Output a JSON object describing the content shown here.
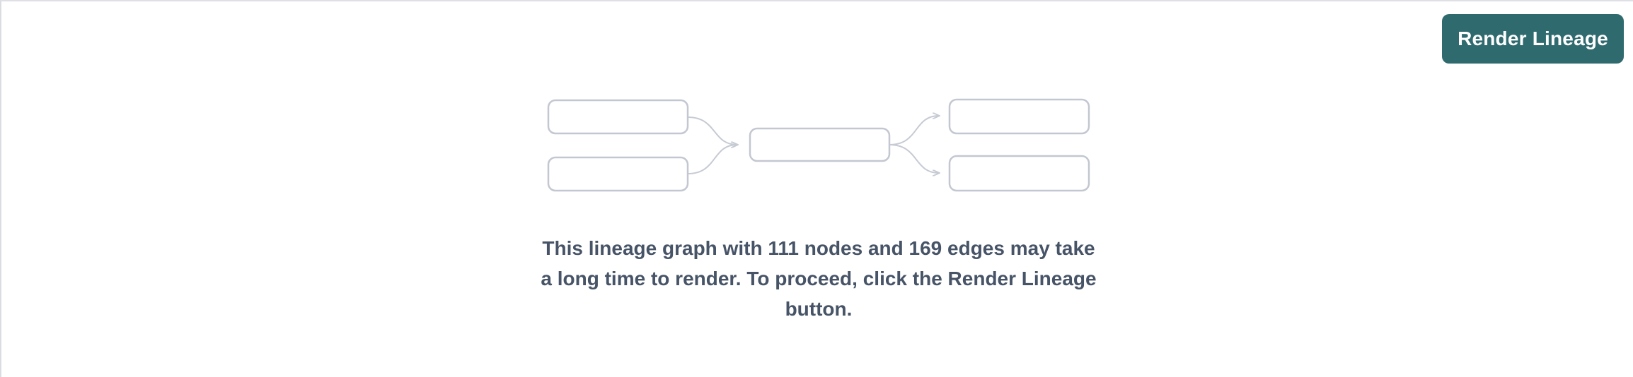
{
  "toolbar": {
    "render_lineage_label": "Render Lineage"
  },
  "message": {
    "lines": [
      "This lineage graph with 111 nodes and 169 edges may take",
      "a long time to render. To proceed, click the Render Lineage",
      "button."
    ],
    "node_count": 111,
    "edge_count": 169
  },
  "illustration": {
    "name": "lineage-graph-placeholder",
    "node_count": 5,
    "edge_count": 4
  },
  "colors": {
    "accent_teal": "#2F6A6F",
    "button_text": "#FFFFFF",
    "message_text": "#475467",
    "node_border": "#C3C7D1",
    "edge_stroke": "#C6CAD3",
    "page_border_top": "#DFE0E5",
    "page_border_left": "#DBDCE1"
  }
}
